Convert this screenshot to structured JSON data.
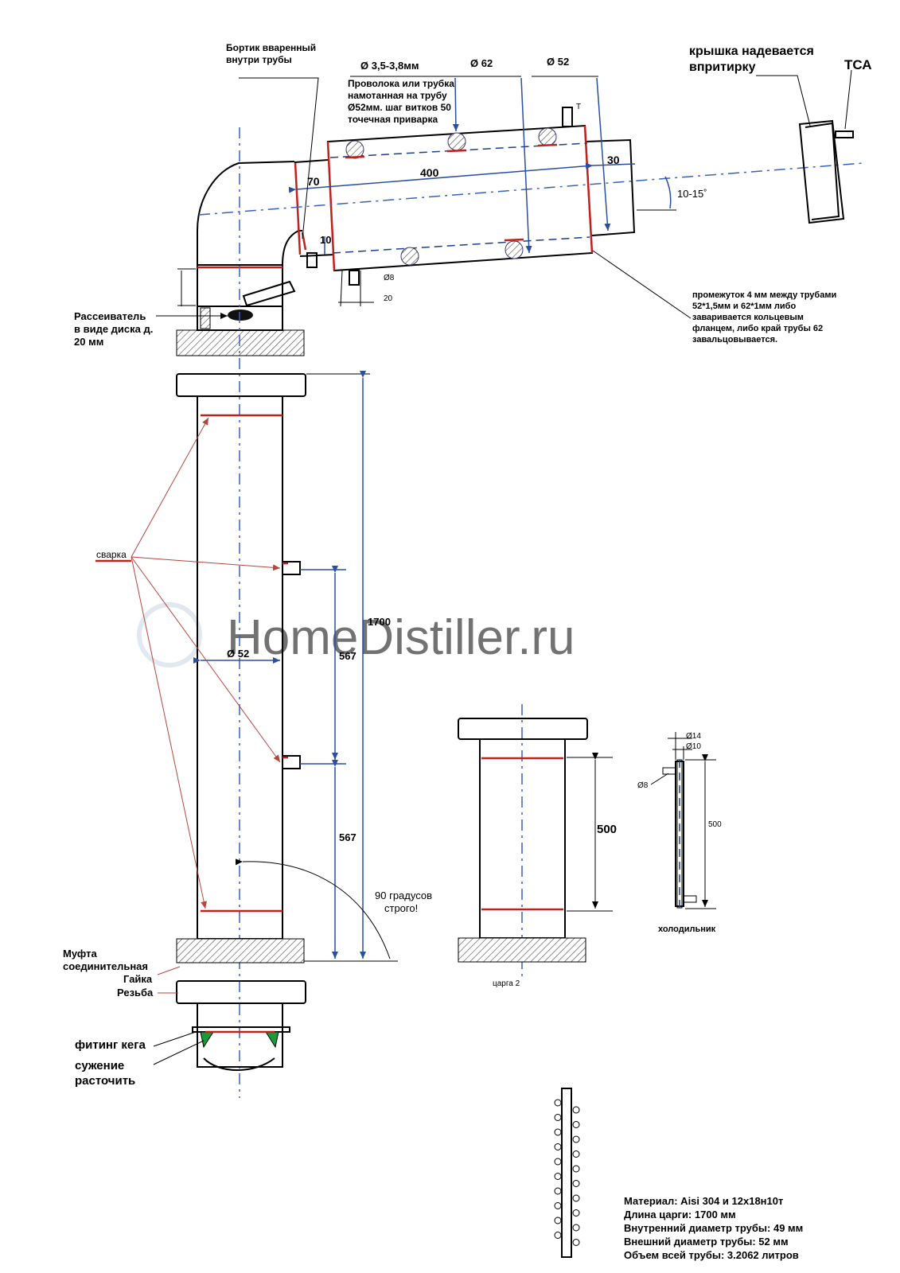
{
  "watermark": "HomeDistiller.ru",
  "top_labels": {
    "bortik": [
      "Бортик вваренный",
      "внутри трубы"
    ],
    "dia_wire": "Ø 3,5-3,8мм",
    "dia_62": "Ø 62",
    "dia_52_top": "Ø 52",
    "wire_note": [
      "Проволока или трубка",
      "намотанная на трубу",
      "Ø52мм. шаг витков 50",
      "точечная приварка"
    ],
    "lid": [
      "крышка надевается",
      "впритирку"
    ],
    "tsa": "ТСА",
    "t_sensor": "T"
  },
  "dims": {
    "d400": "400",
    "d70": "70",
    "d30": "30",
    "d10": "10",
    "angle": "10-15˚",
    "d8_top": "Ø8",
    "d20": "20",
    "d1700": "1700",
    "d567a": "567",
    "d567b": "567",
    "dia52_col": "Ø 52",
    "d500": "500"
  },
  "notes": {
    "gap": [
      "промежуток 4 мм между трубами",
      "52*1,5мм и 62*1мм либо",
      "заваривается кольцевым",
      "фланцем, либо край трубы 62",
      "завальцовывается."
    ],
    "spreader": [
      "Рассеиватель",
      "в виде диска д.",
      "20 мм"
    ],
    "svarka": "сварка",
    "right_angle": [
      "90 градусов",
      "строго!"
    ],
    "coupling": [
      "Муфта",
      "соединительная",
      "Гайка",
      "Резьба"
    ],
    "keg": "фитинг кега",
    "narrowing": [
      "сужение",
      "расточить"
    ],
    "tsarga2": "царга 2"
  },
  "cooler": {
    "d14": "Ø14",
    "d10": "Ø10",
    "d8": "Ø8",
    "len": "500",
    "label": "холодильник"
  },
  "specs": [
    "Материал: Aisi 304 и 12х18н10т",
    "Длина царги: 1700 мм",
    "Внутренний диаметр трубы: 49 мм",
    "Внешний диаметр трубы: 52 мм",
    "Объем всей трубы: 3.2062 литров"
  ]
}
